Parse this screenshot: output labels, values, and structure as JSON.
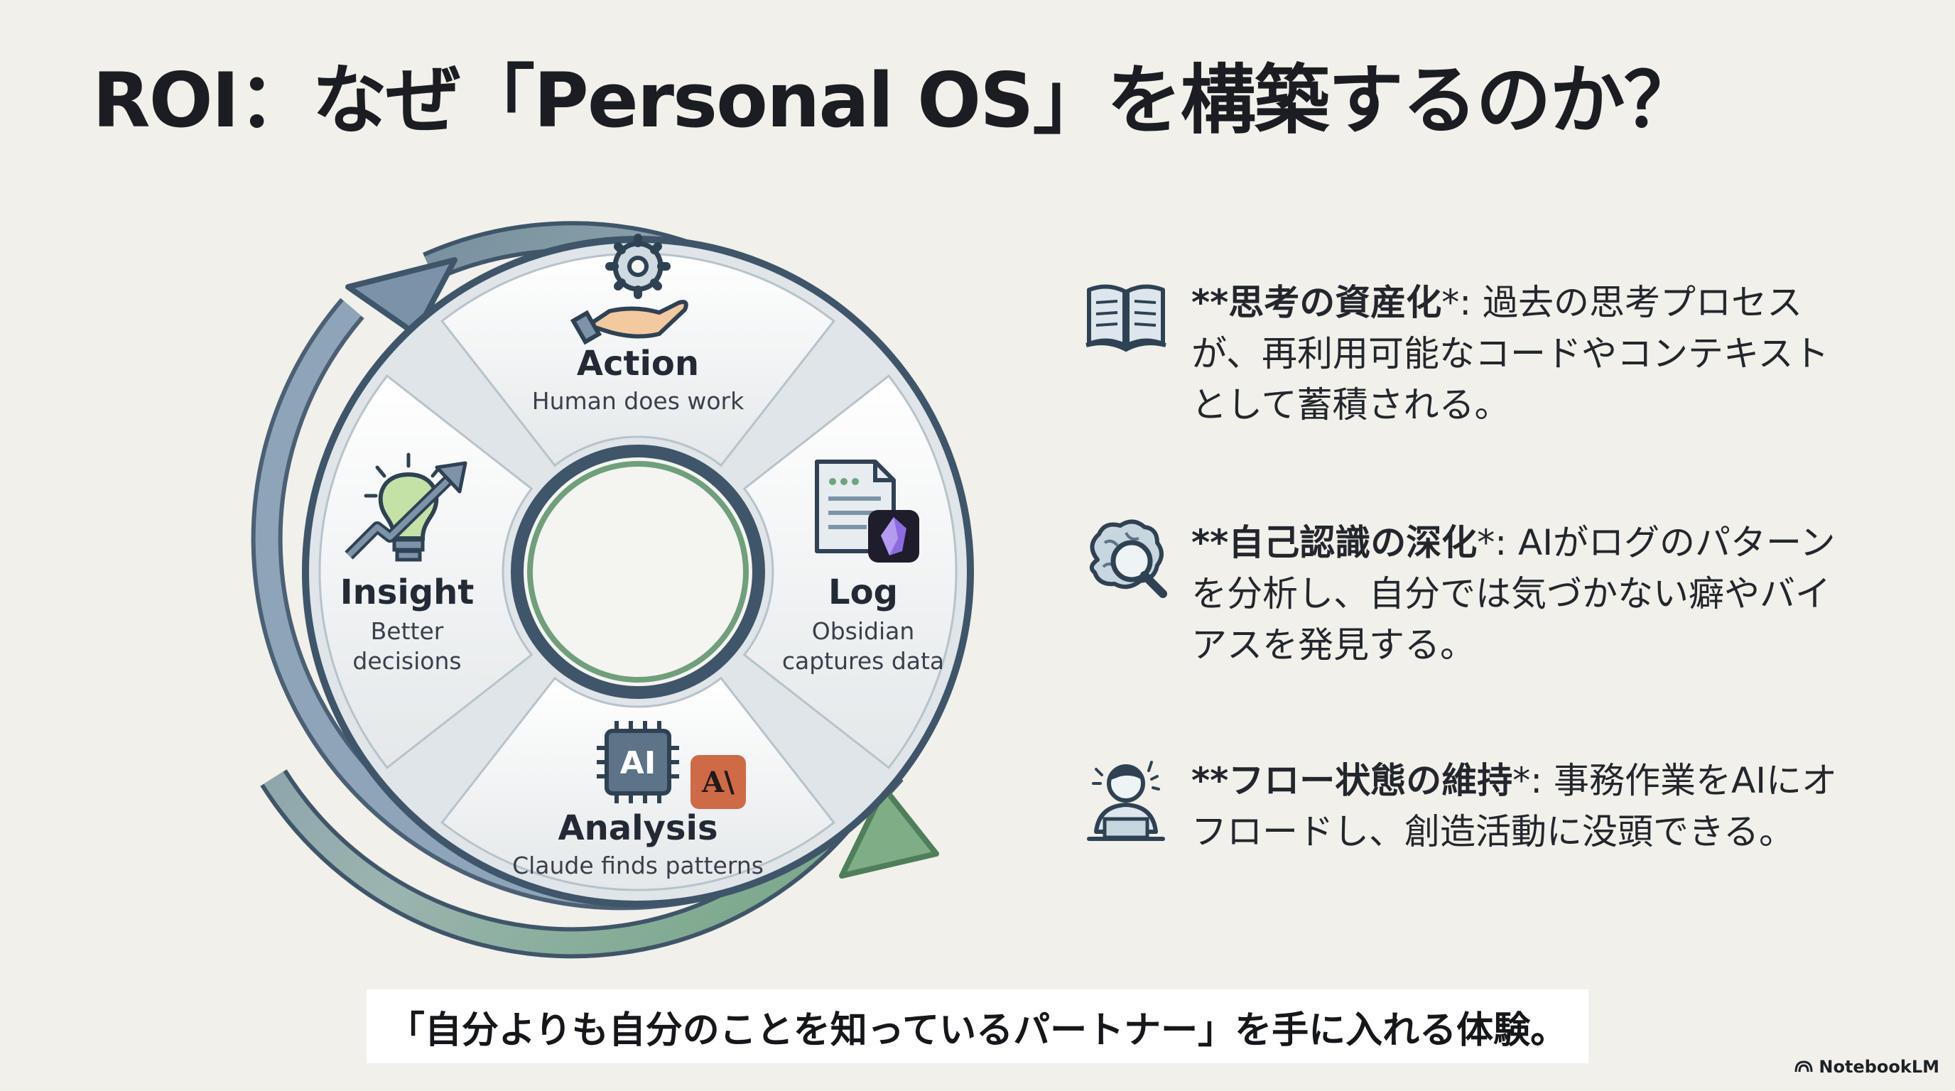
{
  "title": "ROI：なぜ「Personal OS」を構築するのか？",
  "cycle": {
    "segments": [
      {
        "title": "Action",
        "subtitle": [
          "Human does work"
        ]
      },
      {
        "title": "Log",
        "subtitle": [
          "Obsidian",
          "captures data"
        ]
      },
      {
        "title": "Analysis",
        "subtitle": [
          "Claude finds patterns"
        ]
      },
      {
        "title": "Insight",
        "subtitle": [
          "Better",
          "decisions"
        ]
      }
    ],
    "chip_ai_label": "AI",
    "chip_anthropic_label": "A\\",
    "icons": [
      "gear-hand-icon",
      "document-icon",
      "obsidian-logo-icon",
      "ai-chip-icon",
      "anthropic-logo-icon",
      "lightbulb-arrow-icon"
    ],
    "colors": {
      "arrow_blue": "#7a93a8",
      "arrow_green": "#7fae86",
      "ring_dark": "#3f5569",
      "ring_green": "#6f9f7b"
    }
  },
  "benefits": [
    {
      "head": "**思考の資産化",
      "star": "*",
      "body": ": 過去の思考プロセスが、再利用可能なコードやコンテキストとして蓄積される。",
      "icon": "book-icon"
    },
    {
      "head": "**自己認識の深化",
      "star": "*",
      "body": ": AIがログのパターンを分析し、自分では気づかない癖やバイアスを発見する。",
      "icon": "brain-search-icon"
    },
    {
      "head": "**フロー状態の維持",
      "star": "*",
      "body": ": 事務作業をAIにオフロードし、創造活動に没頭できる。",
      "icon": "person-laptop-icon"
    }
  ],
  "quote": "「自分よりも自分のことを知っているパートナー」を手に入れる体験。",
  "brand": "NotebookLM"
}
